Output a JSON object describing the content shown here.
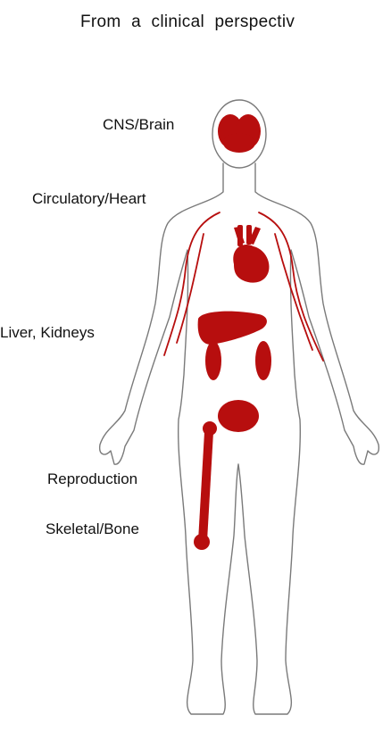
{
  "heading": "From a clinical perspectiv",
  "labels": {
    "cns": "CNS/Brain",
    "circulatory": "Circulatory/Heart",
    "liver_kidneys": "Liver, Kidneys",
    "reproduction": "Reproduction",
    "skeletal": "Skeletal/Bone"
  },
  "colors": {
    "organ": "#b70e0e",
    "outline": "#7a7a7a",
    "text": "#111111",
    "background": "#ffffff"
  }
}
